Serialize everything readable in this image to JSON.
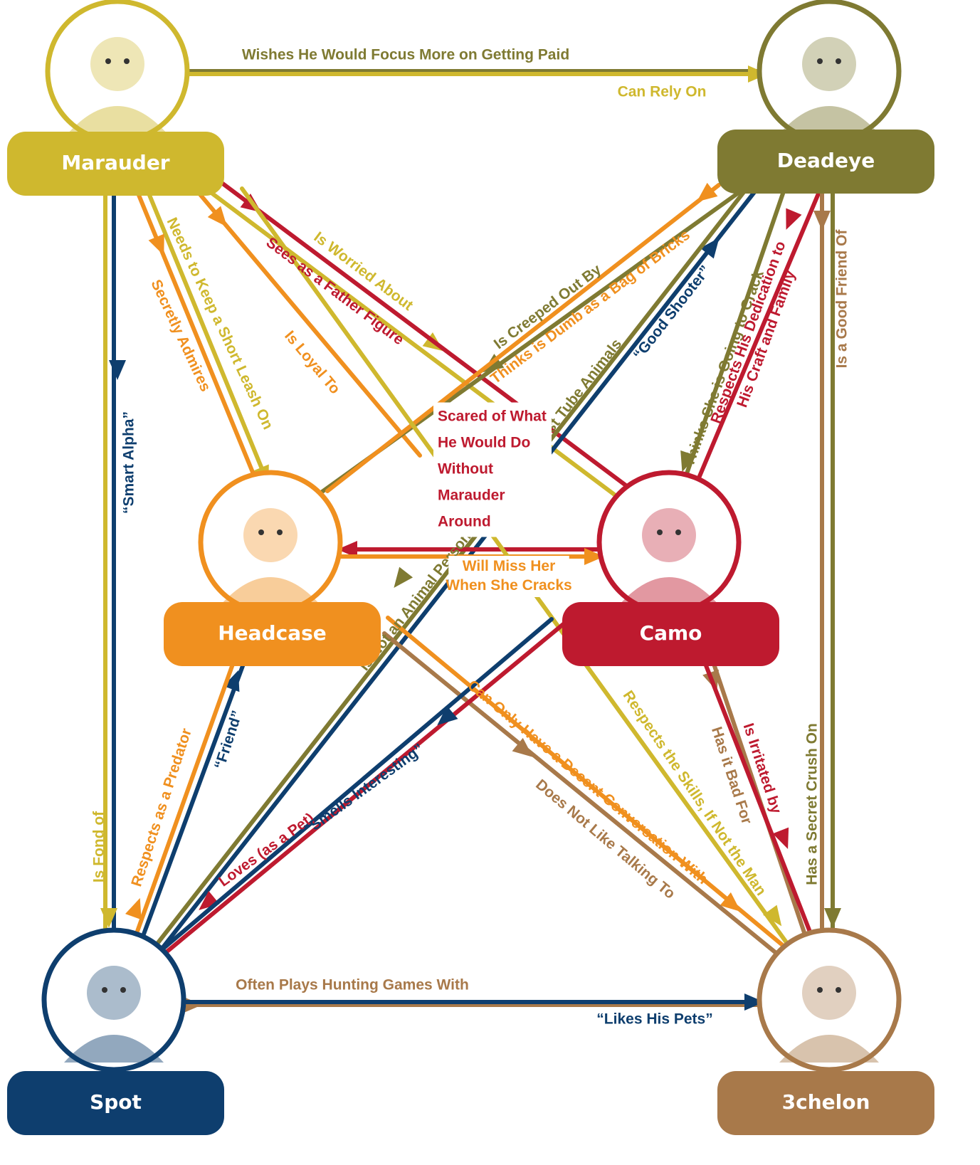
{
  "colors": {
    "marauder": "#cfb82e",
    "deadeye": "#7f7a32",
    "headcase": "#f0901f",
    "camo": "#be1a2f",
    "spot": "#0e3e6e",
    "3chelon": "#a8794a"
  },
  "nodes": [
    {
      "id": "marauder",
      "label": "Marauder",
      "portrait": "soldier-portrait"
    },
    {
      "id": "deadeye",
      "label": "Deadeye",
      "portrait": "hooded-sniper-portrait"
    },
    {
      "id": "headcase",
      "label": "Headcase",
      "portrait": "mech-armor-portrait"
    },
    {
      "id": "camo",
      "label": "Camo",
      "portrait": "blonde-woman-portrait"
    },
    {
      "id": "spot",
      "label": "Spot",
      "portrait": "dinosaur-portrait"
    },
    {
      "id": "3chelon",
      "label": "3chelon",
      "portrait": "goggled-man-portrait"
    }
  ],
  "edges": [
    {
      "from": "deadeye",
      "to": "marauder",
      "label": "Wishes He Would Focus More on Getting Paid"
    },
    {
      "from": "marauder",
      "to": "deadeye",
      "label": "Can Rely On"
    },
    {
      "from": "marauder",
      "to": "camo",
      "label": "Is Worried About"
    },
    {
      "from": "camo",
      "to": "marauder",
      "label": "Sees as a Father Figure"
    },
    {
      "from": "headcase",
      "to": "marauder",
      "label": "Is Loyal To"
    },
    {
      "from": "marauder",
      "to": "headcase",
      "label": "Needs to Keep a Short Leash On"
    },
    {
      "from": "headcase",
      "to": "marauder",
      "label": "Secretly Admires"
    },
    {
      "from": "deadeye",
      "to": "headcase",
      "label": "Is Creeped Out By"
    },
    {
      "from": "headcase",
      "to": "deadeye",
      "label": "Thinks is Dumb as a Bag of Bricks"
    },
    {
      "from": "spot",
      "to": "deadeye",
      "label": "“Good Shooter”"
    },
    {
      "from": "deadeye",
      "to": "spot",
      "label": "Is Not an Animal Person, Especially Not Test Tube Animals"
    },
    {
      "from": "deadeye",
      "to": "camo",
      "label": "Thinks She is Going to Crack"
    },
    {
      "from": "camo",
      "to": "deadeye",
      "label": "Respects His Dedication to His Craft and Family"
    },
    {
      "from": "3chelon",
      "to": "deadeye",
      "label": "Is a Good Friend Of"
    },
    {
      "from": "deadeye",
      "to": "3chelon",
      "label": "Has a Secret Crush On"
    },
    {
      "from": "spot",
      "to": "marauder",
      "label": "“Smart Alpha”"
    },
    {
      "from": "marauder",
      "to": "spot",
      "label": "Is Fond of"
    },
    {
      "from": "camo",
      "to": "headcase",
      "label": "Scared of What He Would Do Without Marauder Around"
    },
    {
      "from": "headcase",
      "to": "camo",
      "label": "Will Miss Her When She Cracks"
    },
    {
      "from": "spot",
      "to": "headcase",
      "label": "“Friend”"
    },
    {
      "from": "headcase",
      "to": "spot",
      "label": "Respects as a Predator"
    },
    {
      "from": "headcase",
      "to": "3chelon",
      "label": "Can Only Have a Decent Conversation With"
    },
    {
      "from": "3chelon",
      "to": "headcase",
      "label": "Does Not Like Talking To"
    },
    {
      "from": "marauder",
      "to": "3chelon",
      "label": "Respects the Skills, If Not the Man"
    },
    {
      "from": "3chelon",
      "to": "camo",
      "label": "Has it Bad For"
    },
    {
      "from": "camo",
      "to": "3chelon",
      "label": "Is Irritated by"
    },
    {
      "from": "camo",
      "to": "spot",
      "label": "Loves (as a Pet)"
    },
    {
      "from": "spot",
      "to": "camo",
      "label": "“Smells Interesting”"
    },
    {
      "from": "3chelon",
      "to": "spot",
      "label": "Often Plays Hunting Games With"
    },
    {
      "from": "spot",
      "to": "3chelon",
      "label": "“Likes His Pets”"
    }
  ]
}
